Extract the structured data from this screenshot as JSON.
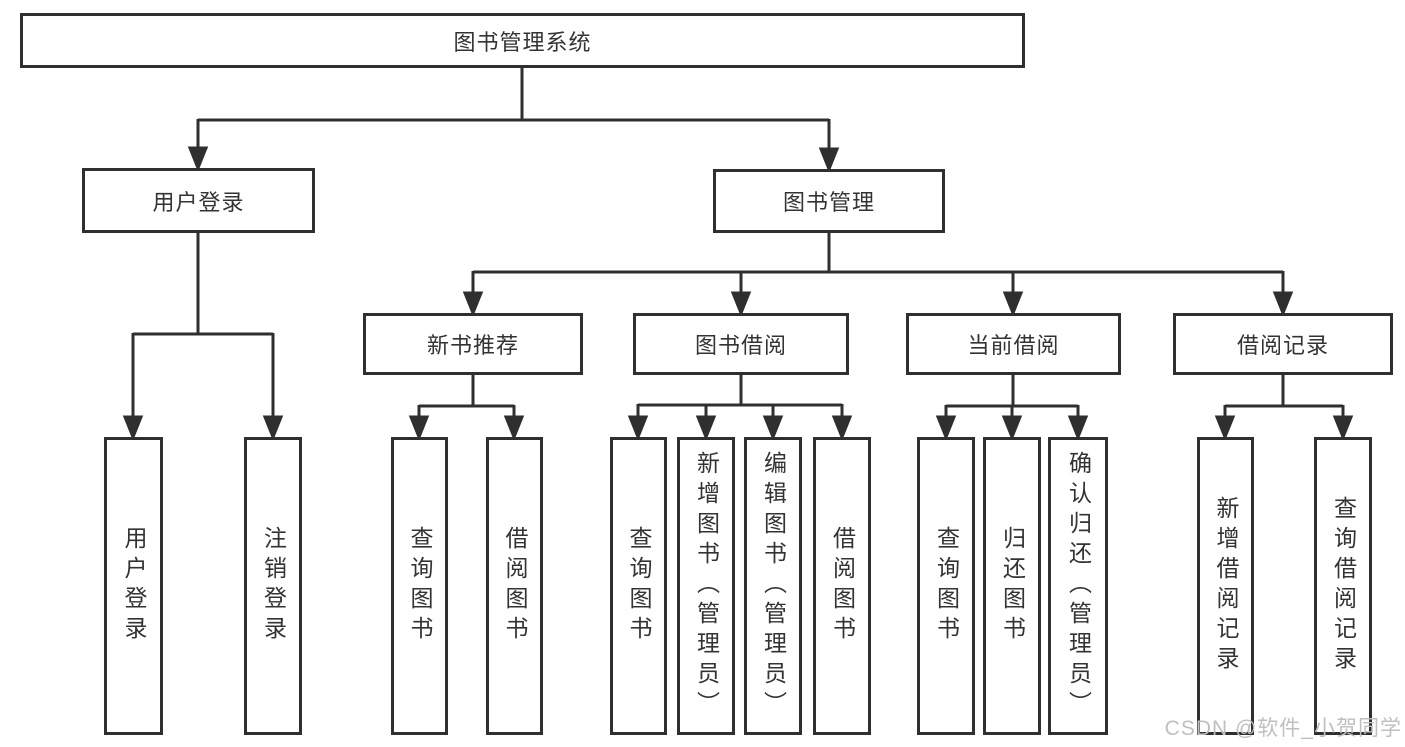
{
  "diagram": {
    "title": "图书管理系统",
    "tree": {
      "label": "图书管理系统",
      "children": [
        {
          "label": "用户登录",
          "children": [
            {
              "label": "用户登录"
            },
            {
              "label": "注销登录"
            }
          ]
        },
        {
          "label": "图书管理",
          "children": [
            {
              "label": "新书推荐",
              "children": [
                {
                  "label": "查询图书"
                },
                {
                  "label": "借阅图书"
                }
              ]
            },
            {
              "label": "图书借阅",
              "children": [
                {
                  "label": "查询图书"
                },
                {
                  "label": "新增图书（管理员）"
                },
                {
                  "label": "编辑图书（管理员）"
                },
                {
                  "label": "借阅图书"
                }
              ]
            },
            {
              "label": "当前借阅",
              "children": [
                {
                  "label": "查询图书"
                },
                {
                  "label": "归还图书"
                },
                {
                  "label": "确认归还（管理员）"
                }
              ]
            },
            {
              "label": "借阅记录",
              "children": [
                {
                  "label": "新增借阅记录"
                },
                {
                  "label": "查询借阅记录"
                }
              ]
            }
          ]
        }
      ]
    }
  },
  "watermark": {
    "text": "CSDN @软件_小贺同学"
  },
  "colors": {
    "line": "#2f2f2f",
    "box_border": "#2f2f2f",
    "box_fill": "#ffffff",
    "text": "#333333",
    "watermark": "#bfbfbf",
    "background": "#ffffff"
  }
}
